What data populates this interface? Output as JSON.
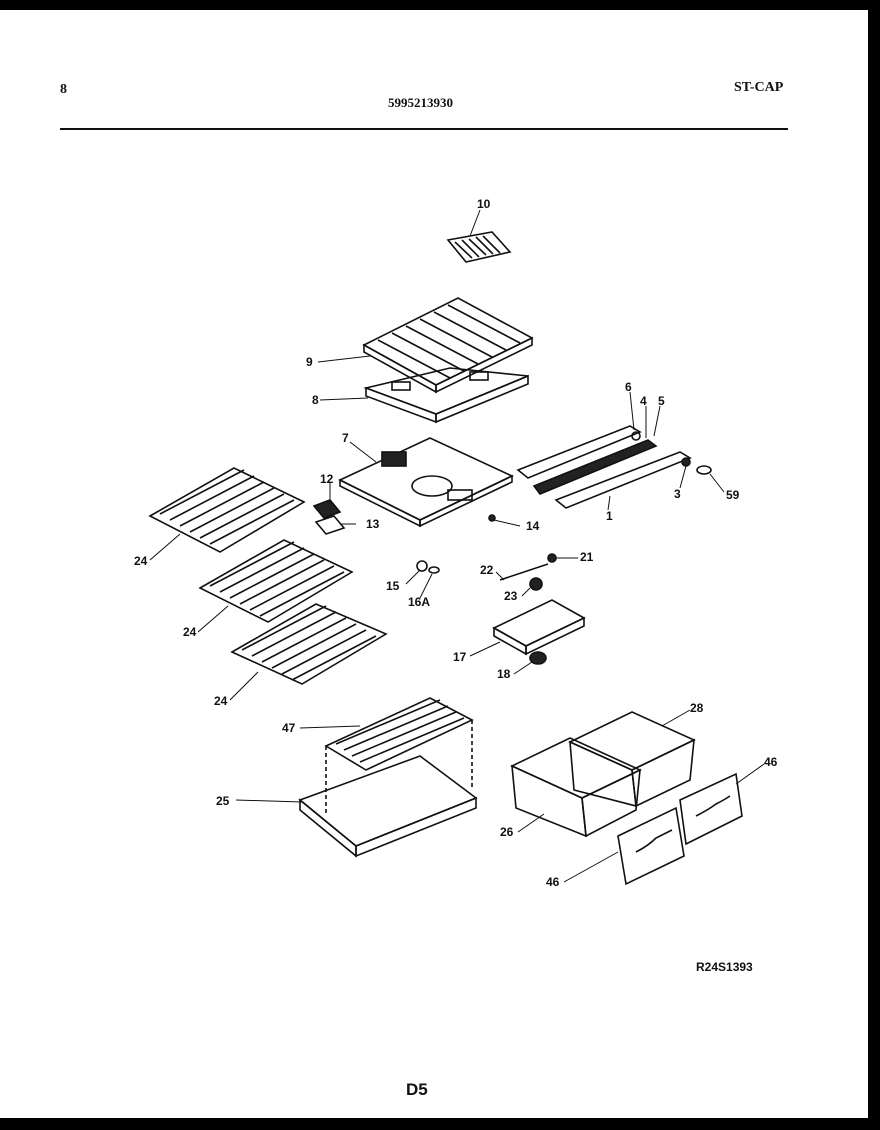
{
  "header": {
    "page_number": "8",
    "model_number": "5995213930",
    "code": "ST-CAP"
  },
  "diagram": {
    "callouts": [
      {
        "id": "c10",
        "text": "10"
      },
      {
        "id": "c9",
        "text": "9"
      },
      {
        "id": "c8",
        "text": "8"
      },
      {
        "id": "c7",
        "text": "7"
      },
      {
        "id": "c6",
        "text": "6"
      },
      {
        "id": "c4",
        "text": "4"
      },
      {
        "id": "c5",
        "text": "5"
      },
      {
        "id": "c3",
        "text": "3"
      },
      {
        "id": "c59",
        "text": "59"
      },
      {
        "id": "c1",
        "text": "1"
      },
      {
        "id": "c12",
        "text": "12"
      },
      {
        "id": "c13",
        "text": "13"
      },
      {
        "id": "c14",
        "text": "14"
      },
      {
        "id": "c24a",
        "text": "24"
      },
      {
        "id": "c24b",
        "text": "24"
      },
      {
        "id": "c24c",
        "text": "24"
      },
      {
        "id": "c15",
        "text": "15"
      },
      {
        "id": "c16a",
        "text": "16A"
      },
      {
        "id": "c22",
        "text": "22"
      },
      {
        "id": "c21",
        "text": "21"
      },
      {
        "id": "c23",
        "text": "23"
      },
      {
        "id": "c17",
        "text": "17"
      },
      {
        "id": "c18",
        "text": "18"
      },
      {
        "id": "c47",
        "text": "47"
      },
      {
        "id": "c25",
        "text": "25"
      },
      {
        "id": "c28",
        "text": "28"
      },
      {
        "id": "c26",
        "text": "26"
      },
      {
        "id": "c46a",
        "text": "46"
      },
      {
        "id": "c46b",
        "text": "46"
      }
    ],
    "drawing_code": "R24S1393"
  },
  "footer": {
    "section": "D5"
  }
}
